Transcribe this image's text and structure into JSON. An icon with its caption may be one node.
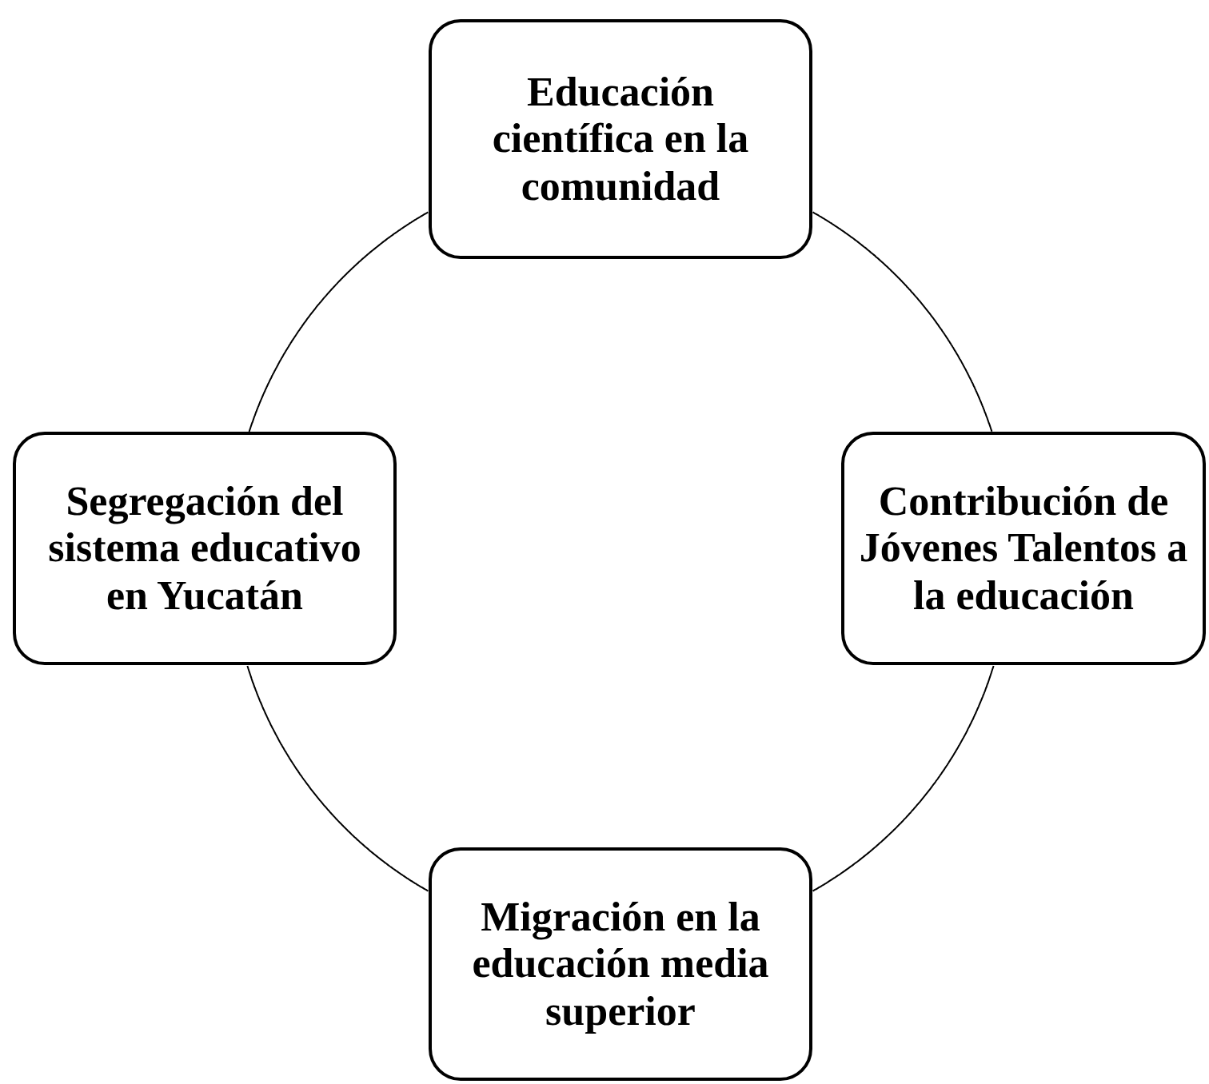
{
  "diagram": {
    "nodes": [
      {
        "text": [
          "Educación científica en la comunidad"
        ]
      },
      {
        "text": [
          "Segregación del sistema educativo en Yucatán"
        ]
      },
      {
        "text": [
          "Contribución de Jóvenes Talentos a la educación"
        ]
      },
      {
        "text": [
          "Migración en la educación media superior"
        ]
      }
    ],
    "edges": [
      {
        "from": 0,
        "to": 2,
        "arrow": "none"
      },
      {
        "from": 2,
        "to": 3,
        "arrow": "none"
      },
      {
        "from": 3,
        "to": 1,
        "arrow": "none"
      },
      {
        "from": 1,
        "to": 0,
        "arrow": "none"
      }
    ]
  }
}
